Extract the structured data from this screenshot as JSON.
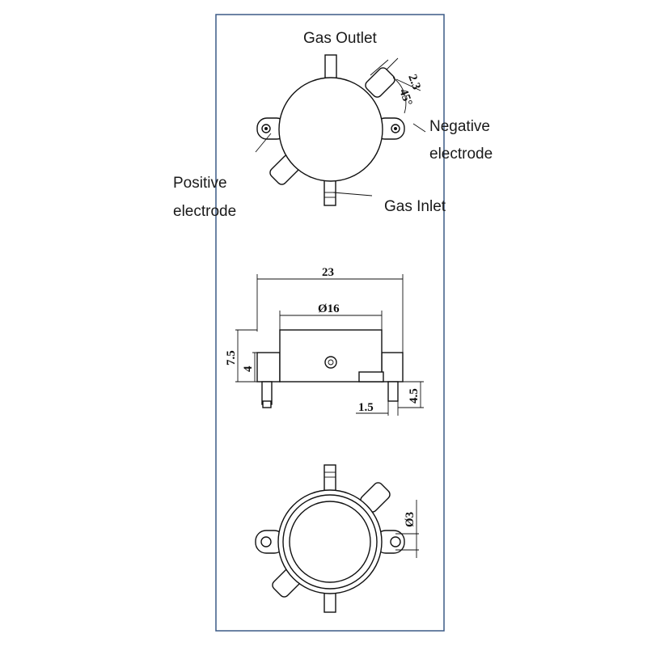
{
  "labels": {
    "gas_outlet": "Gas Outlet",
    "negative_line1": "Negative",
    "negative_line2": "electrode",
    "positive_line1": "Positive",
    "positive_line2": "electrode",
    "gas_inlet": "Gas Inlet"
  },
  "dimensions": {
    "tab_width": "2.3",
    "tab_angle": "45°",
    "overall_width": "23",
    "body_diameter": "Ø16",
    "total_height": "7.5",
    "body_height": "4",
    "pin_width": "1.5",
    "pin_length": "4.5",
    "hole_diameter": "Ø3"
  },
  "colors": {
    "frame": "#3b5a86",
    "line": "#111111"
  }
}
